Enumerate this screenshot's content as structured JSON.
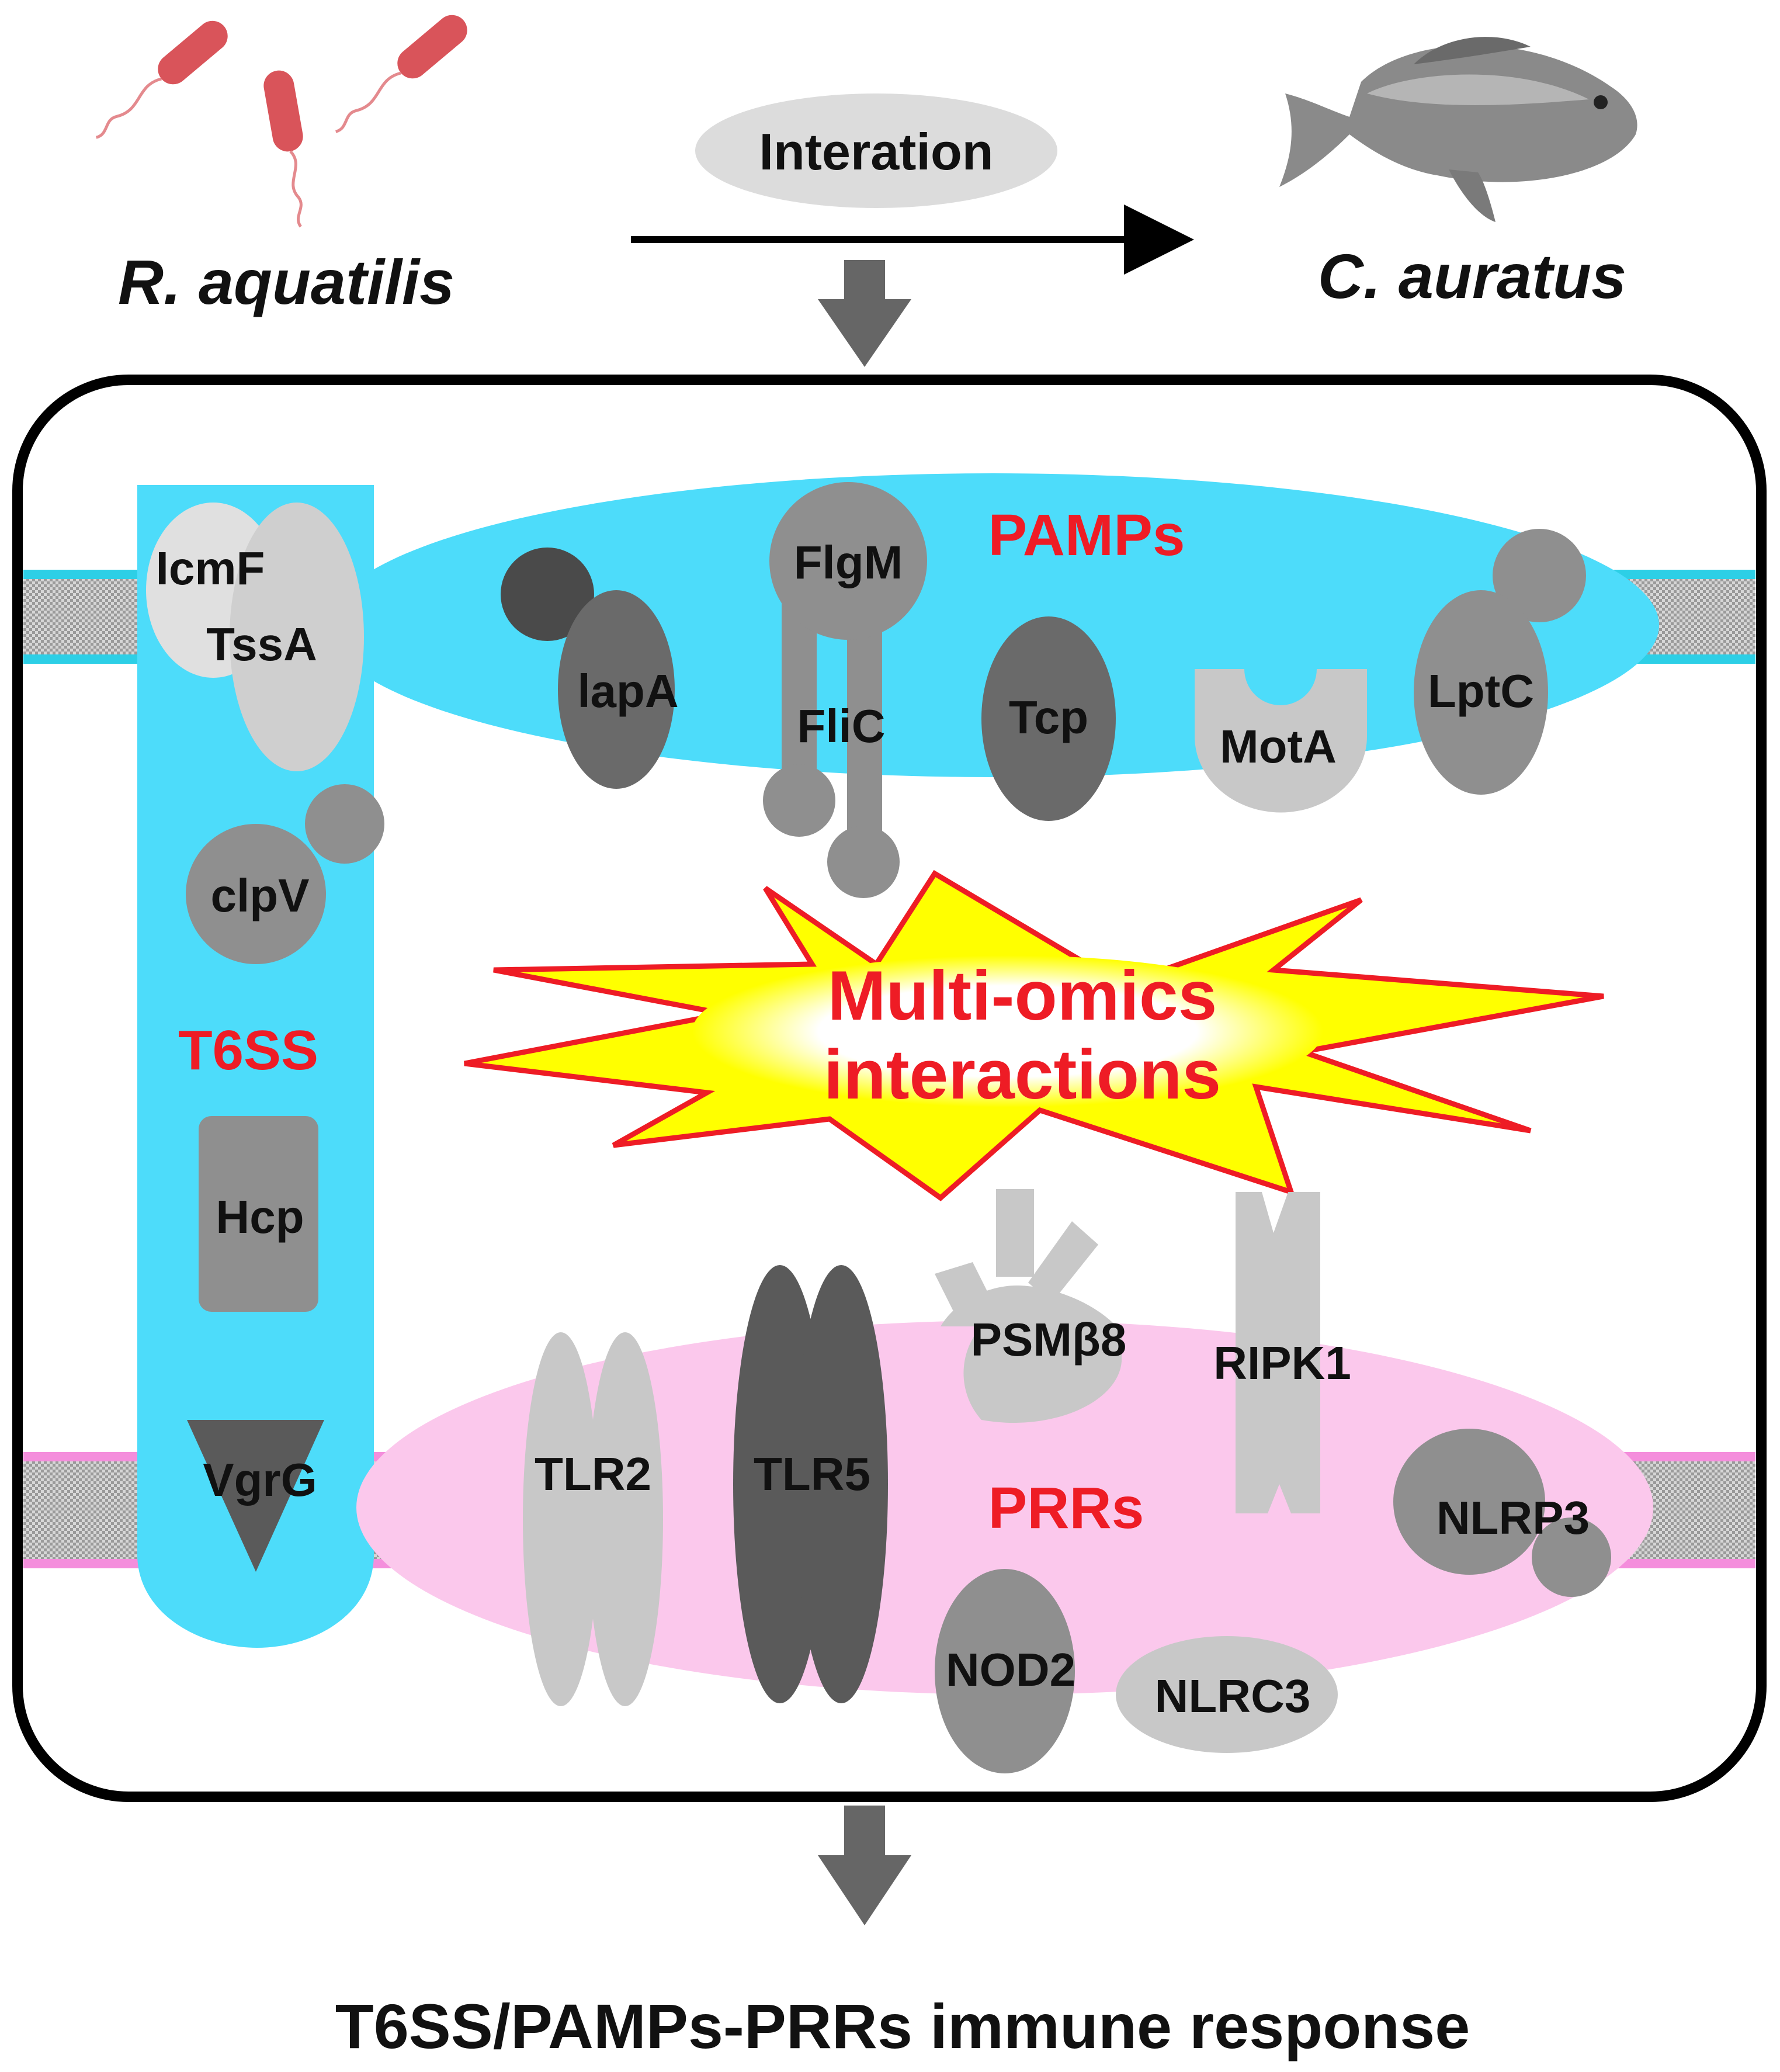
{
  "top": {
    "bacteria_label": "R. aquatilis",
    "host_label": "C. auratus",
    "interaction_label": "Interation"
  },
  "t6ss": {
    "label": "T6SS",
    "components": [
      "IcmF",
      "TssA",
      "clpV",
      "Hcp",
      "VgrG"
    ]
  },
  "pamps": {
    "label": "PAMPs",
    "components": [
      "lapA",
      "FlgM",
      "FliC",
      "Tcp",
      "MotA",
      "LptC"
    ]
  },
  "center": {
    "line1": "Multi-omics",
    "line2": "interactions"
  },
  "prrs": {
    "label": "PRRs",
    "components": [
      "TLR2",
      "TLR5",
      "PSMβ8",
      "RIPK1",
      "NLRP3",
      "NOD2",
      "NLRC3"
    ]
  },
  "bottom": {
    "result_label": "T6SS/PAMPs-PRRs immune response"
  },
  "colors": {
    "cyan": "#4ddcfa",
    "pink": "#fbc8ec",
    "label_red": "#ee1c25",
    "burst_yellow": "#ffff00",
    "dark_gray": "#5a5a5a",
    "mid_gray": "#8f8f8f",
    "light_gray": "#c8c8c8",
    "bacteria_red": "#d9545a"
  }
}
